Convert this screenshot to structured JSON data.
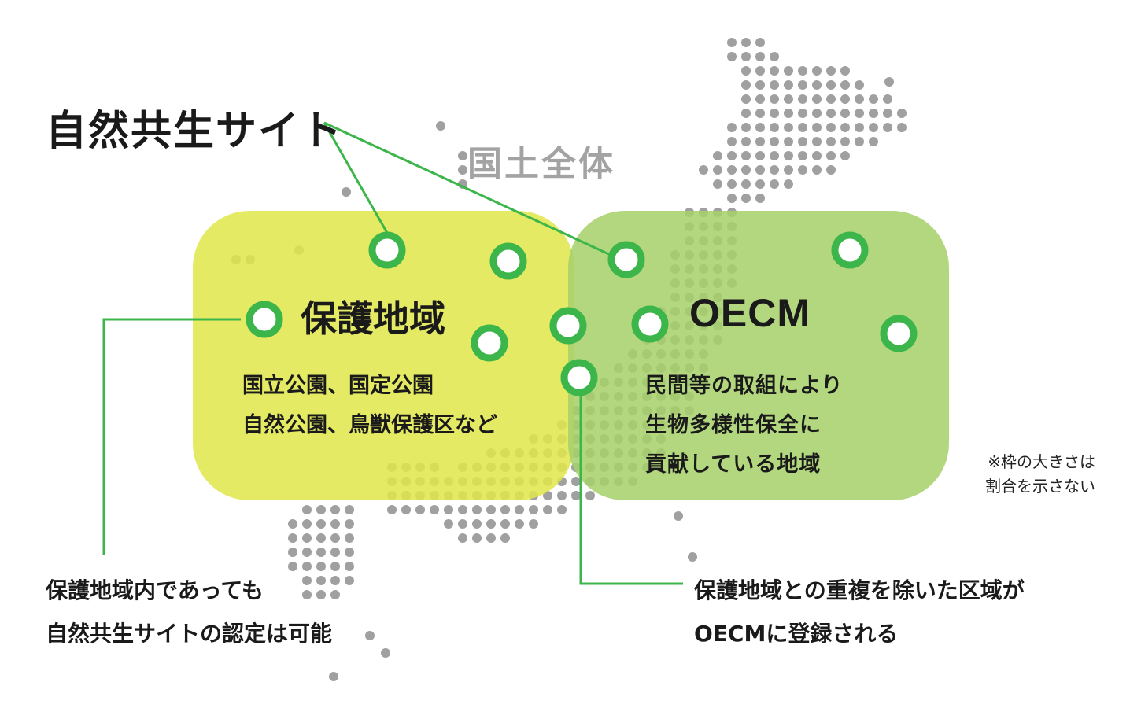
{
  "title": "自然共生サイト",
  "country_label": "国土全体",
  "protected_area": {
    "title": "保護地域",
    "desc_line1": "国立公園、国定公園",
    "desc_line2": "自然公園、鳥獣保護区など"
  },
  "oecm": {
    "title": "OECM",
    "desc_line1": "民間等の取組により",
    "desc_line2": "生物多様性保全に",
    "desc_line3": "貢献している地域"
  },
  "note": {
    "line1": "※枠の大きさは",
    "line2": "割合を示さない"
  },
  "callout_left": {
    "line1": "保護地域内であっても",
    "line2": "自然共生サイトの認定は可能"
  },
  "callout_right": {
    "line1": "保護地域との重複を除いた区域が",
    "line2": "OECMに登録される"
  },
  "colors": {
    "protected_area_fill": "#dfe64a",
    "oecm_fill": "#a6d06a",
    "site_ring": "#3cb54a",
    "leader_line": "#3cb54a",
    "map_dot": "#a0a0a0",
    "country_label": "#a3a3a3"
  }
}
